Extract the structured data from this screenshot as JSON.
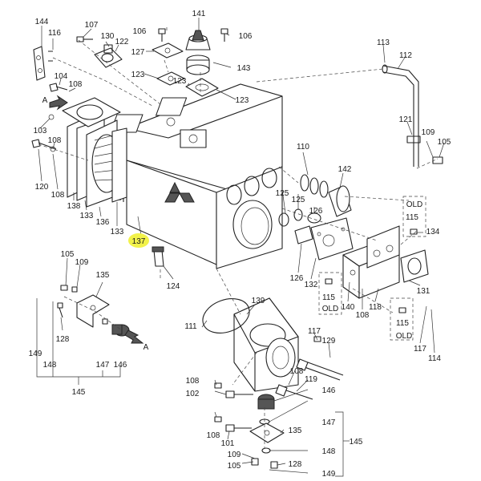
{
  "highlight_color": "#f2f24a",
  "callouts": [
    {
      "id": "c-144",
      "text": "144"
    },
    {
      "id": "c-116",
      "text": "116"
    },
    {
      "id": "c-107",
      "text": "107"
    },
    {
      "id": "c-130",
      "text": "130"
    },
    {
      "id": "c-122",
      "text": "122"
    },
    {
      "id": "c-106a",
      "text": "106"
    },
    {
      "id": "c-141",
      "text": "141"
    },
    {
      "id": "c-106b",
      "text": "106"
    },
    {
      "id": "c-127",
      "text": "127"
    },
    {
      "id": "c-143",
      "text": "143"
    },
    {
      "id": "c-113",
      "text": "113"
    },
    {
      "id": "c-112",
      "text": "112"
    },
    {
      "id": "c-104",
      "text": "104"
    },
    {
      "id": "c-108a",
      "text": "108"
    },
    {
      "id": "c-123a",
      "text": "123"
    },
    {
      "id": "c-123b",
      "text": "123"
    },
    {
      "id": "c-123c",
      "text": "123"
    },
    {
      "id": "c-arrowA1",
      "text": "A"
    },
    {
      "id": "c-103",
      "text": "103"
    },
    {
      "id": "c-108b",
      "text": "108"
    },
    {
      "id": "c-121",
      "text": "121"
    },
    {
      "id": "c-109a",
      "text": "109"
    },
    {
      "id": "c-105a",
      "text": "105"
    },
    {
      "id": "c-110",
      "text": "110"
    },
    {
      "id": "c-142",
      "text": "142"
    },
    {
      "id": "c-120",
      "text": "120"
    },
    {
      "id": "c-108c",
      "text": "108"
    },
    {
      "id": "c-138",
      "text": "138"
    },
    {
      "id": "c-133a",
      "text": "133"
    },
    {
      "id": "c-136",
      "text": "136"
    },
    {
      "id": "c-133b",
      "text": "133"
    },
    {
      "id": "c-125a",
      "text": "125"
    },
    {
      "id": "c-125b",
      "text": "125"
    },
    {
      "id": "c-old1",
      "text": "OLD"
    },
    {
      "id": "c-115a",
      "text": "115"
    },
    {
      "id": "c-126a",
      "text": "126"
    },
    {
      "id": "c-137",
      "text": "137"
    },
    {
      "id": "c-134",
      "text": "134"
    },
    {
      "id": "c-105b",
      "text": "105"
    },
    {
      "id": "c-109b",
      "text": "109"
    },
    {
      "id": "c-124",
      "text": "124"
    },
    {
      "id": "c-126b",
      "text": "126"
    },
    {
      "id": "c-132",
      "text": "132"
    },
    {
      "id": "c-135a",
      "text": "135"
    },
    {
      "id": "c-131",
      "text": "131"
    },
    {
      "id": "c-139",
      "text": "139"
    },
    {
      "id": "c-115b",
      "text": "115"
    },
    {
      "id": "c-old2",
      "text": "OLD"
    },
    {
      "id": "c-140",
      "text": "140"
    },
    {
      "id": "c-108d",
      "text": "108"
    },
    {
      "id": "c-118",
      "text": "118"
    },
    {
      "id": "c-115c",
      "text": "115"
    },
    {
      "id": "c-old3",
      "text": "OLD"
    },
    {
      "id": "c-111",
      "text": "111"
    },
    {
      "id": "c-128a",
      "text": "128"
    },
    {
      "id": "c-arrowA2",
      "text": "A"
    },
    {
      "id": "c-117a",
      "text": "117"
    },
    {
      "id": "c-129",
      "text": "129"
    },
    {
      "id": "c-117b",
      "text": "117"
    },
    {
      "id": "c-114",
      "text": "114"
    },
    {
      "id": "c-149a",
      "text": "149"
    },
    {
      "id": "c-148a",
      "text": "148"
    },
    {
      "id": "c-147a",
      "text": "147"
    },
    {
      "id": "c-146a",
      "text": "146"
    },
    {
      "id": "c-145a",
      "text": "145"
    },
    {
      "id": "c-108e",
      "text": "108"
    },
    {
      "id": "c-108f",
      "text": "108"
    },
    {
      "id": "c-119",
      "text": "119"
    },
    {
      "id": "c-102",
      "text": "102"
    },
    {
      "id": "c-146b",
      "text": "146"
    },
    {
      "id": "c-147b",
      "text": "147"
    },
    {
      "id": "c-108g",
      "text": "108"
    },
    {
      "id": "c-135b",
      "text": "135"
    },
    {
      "id": "c-145b",
      "text": "145"
    },
    {
      "id": "c-101",
      "text": "101"
    },
    {
      "id": "c-148b",
      "text": "148"
    },
    {
      "id": "c-109c",
      "text": "109"
    },
    {
      "id": "c-105c",
      "text": "105"
    },
    {
      "id": "c-128b",
      "text": "128"
    },
    {
      "id": "c-149b",
      "text": "149"
    }
  ]
}
